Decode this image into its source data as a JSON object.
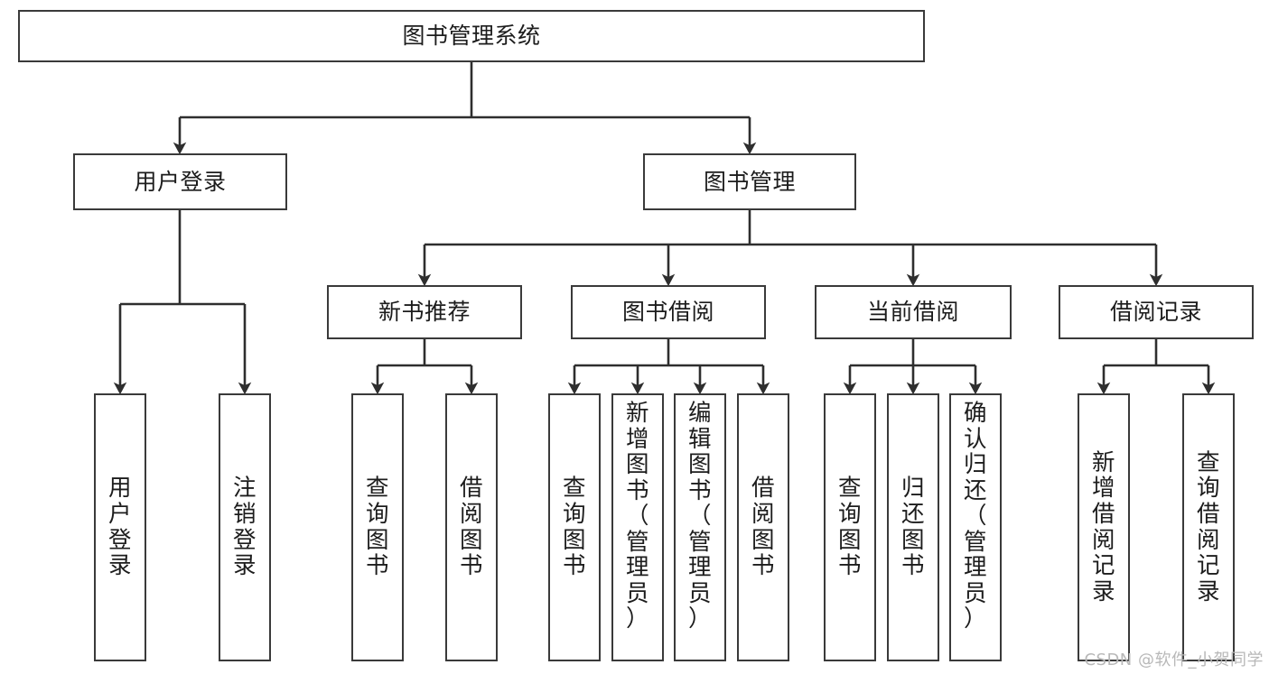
{
  "diagram": {
    "title": "图书管理系统",
    "watermark": "CSDN @软件_小贺同学",
    "stroke_color": "#3a3a3a",
    "fill_color": "#ffffff",
    "text_color": "#1c1c1c"
  },
  "nodes": {
    "root": {
      "label": "图书管理系统"
    },
    "level2": [
      {
        "id": "user-login",
        "label": "用户登录"
      },
      {
        "id": "book-manage",
        "label": "图书管理"
      }
    ],
    "level3": [
      {
        "id": "new-book-recommend",
        "label": "新书推荐"
      },
      {
        "id": "book-borrow",
        "label": "图书借阅"
      },
      {
        "id": "current-borrow",
        "label": "当前借阅"
      },
      {
        "id": "borrow-record",
        "label": "借阅记录"
      }
    ],
    "leaves": {
      "user_login": [
        {
          "id": "leaf-user-login",
          "label": "用户\n登录",
          "vertical_text": "用\n户\n登\n录"
        },
        {
          "id": "leaf-logout",
          "label": "注销登录",
          "vertical_text": "注\n销\n登\n录"
        }
      ],
      "new_book_recommend": [
        {
          "id": "leaf-query-book-1",
          "label": "查询图书",
          "vertical_text": "查\n询\n图\n书"
        },
        {
          "id": "leaf-borrow-book-1",
          "label": "借阅图书",
          "vertical_text": "借\n阅\n图\n书"
        }
      ],
      "book_borrow": [
        {
          "id": "leaf-query-book-2",
          "label": "查询图书",
          "vertical_text": "查\n询\n图\n书"
        },
        {
          "id": "leaf-add-book",
          "label": "新增图书（管理员）",
          "vertical_text": "新\n增\n图\n书\n（\n管\n理\n员\n）"
        },
        {
          "id": "leaf-edit-book",
          "label": "编辑图书（管理员）",
          "vertical_text": "编\n辑\n图\n书\n（\n管\n理\n员\n）"
        },
        {
          "id": "leaf-borrow-book-2",
          "label": "借阅图书",
          "vertical_text": "借\n阅\n图\n书"
        }
      ],
      "current_borrow": [
        {
          "id": "leaf-query-book-3",
          "label": "查询图书",
          "vertical_text": "查\n询\n图\n书"
        },
        {
          "id": "leaf-return-book",
          "label": "归还图书",
          "vertical_text": "归\n还\n图\n书"
        },
        {
          "id": "leaf-confirm-return",
          "label": "确认归还（管理员）",
          "vertical_text": "确\n认\n归\n还\n（\n管\n理\n员\n）"
        }
      ],
      "borrow_record": [
        {
          "id": "leaf-add-record",
          "label": "新增借阅记录",
          "vertical_text": "新\n增\n借\n阅\n记\n录"
        },
        {
          "id": "leaf-query-record",
          "label": "查询借阅记录",
          "vertical_text": "查\n询\n借\n阅\n记\n录"
        }
      ]
    }
  },
  "chart_data": {
    "type": "tree-diagram",
    "title": "图书管理系统 功能结构图",
    "root": "图书管理系统",
    "tree": [
      {
        "name": "用户登录",
        "children": [
          "用户登录",
          "注销登录"
        ]
      },
      {
        "name": "图书管理",
        "children": [
          {
            "name": "新书推荐",
            "children": [
              "查询图书",
              "借阅图书"
            ]
          },
          {
            "name": "图书借阅",
            "children": [
              "查询图书",
              "新增图书（管理员）",
              "编辑图书（管理员）",
              "借阅图书"
            ]
          },
          {
            "name": "当前借阅",
            "children": [
              "查询图书",
              "归还图书",
              "确认归还（管理员）"
            ]
          },
          {
            "name": "借阅记录",
            "children": [
              "新增借阅记录",
              "查询借阅记录"
            ]
          }
        ]
      }
    ]
  }
}
